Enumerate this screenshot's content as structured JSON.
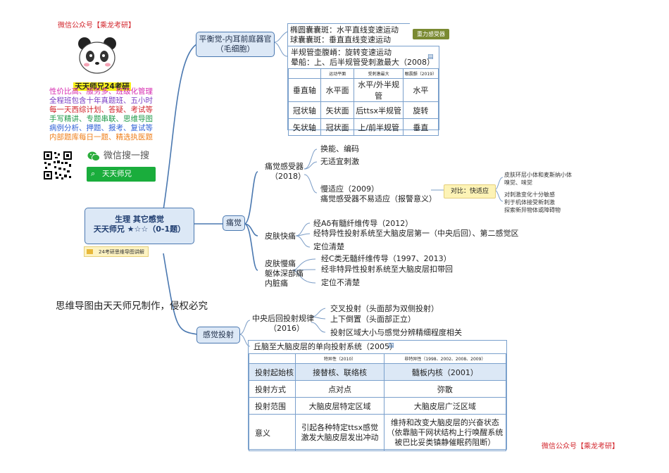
{
  "watermark": {
    "top": "微信公众号【乘龙考研】",
    "bottom": "微信公众号【乘龙考研】"
  },
  "promo": {
    "title": "天天师兄24考研",
    "lines": [
      {
        "text": "性价比高、服务多、班级化管理",
        "color": "#d62bb0"
      },
      {
        "text": "全程班包含十年真题班、五小时",
        "color": "#7b3fc4"
      },
      {
        "text": "每一天西综计划、答疑、考试等",
        "color": "#d2232a"
      },
      {
        "text": "手写精讲、专题串联、思维导图",
        "color": "#1f9a4a"
      },
      {
        "text": "病例分析、押题、报考、复试等",
        "color": "#2c5fd6"
      },
      {
        "text": "内部题库每日一题、精选执医题",
        "color": "#ef7f1a"
      }
    ],
    "wechat_search": "微信搜一搜",
    "search_value": "天天师兄"
  },
  "center": {
    "line1": "生理 其它感觉",
    "line2": "天天师兄 ★☆☆（0-1题）",
    "tag": "24考研思维导图讲解"
  },
  "copyright": "思维导图由天天师兄制作，侵权必究",
  "balance": {
    "node_line1": "平衡觉-内耳前庭器官",
    "node_line2": "（毛细胞）",
    "otolith1": "椭圆囊囊斑：水平直线变速运动",
    "otolith2": "球囊囊斑：垂直直线变速运动",
    "gravity_tag": "重力感受器",
    "canal1": "半规管壶腹嵴：旋转变速运动",
    "canal2": "晕船：上、后半规管受刺激最大（2008）",
    "table": {
      "headers": [
        "",
        "运动平面",
        "受刺激最大",
        "眼震颤（2019）"
      ],
      "rows": [
        [
          "垂直轴",
          "水平面",
          "水平/外半规管",
          "水平"
        ],
        [
          "冠状轴",
          "矢状面",
          "后ttsx半规管",
          "旋转"
        ],
        [
          "矢状轴",
          "冠状面",
          "上/前半规管",
          "垂直"
        ]
      ]
    }
  },
  "pain": {
    "node": "痛觉",
    "receptor_line1": "痛觉感受器",
    "receptor_line2": "（2018）",
    "r1": "换能、编码",
    "r2": "无适宜刺激",
    "r3": "慢适应（2009）",
    "r4": "痛觉感受器不易适应（报警意义）",
    "compare_tag": "对比：快适应",
    "compare": [
      "皮肤环层小体和麦斯纳小体",
      "嗅觉、味觉",
      "对刺激变化十分敏感",
      "利于机体接受新刺激",
      "探索新异物体或障碍物"
    ],
    "fast_label": "皮肤快痛",
    "fast": [
      "经Aδ有髓纤维传导（2012）",
      "经特异性投射系统至大脑皮层第一（中央后回）、第二感觉区",
      "定位清楚"
    ],
    "slow_labels": [
      "皮肤慢痛",
      "躯体深部痛",
      "内脏痛"
    ],
    "slow": [
      "经C类无髓纤维传导（1997、2013）",
      "经非特异性投射系统至大脑皮层扣带回",
      "定位不清楚"
    ]
  },
  "sensory": {
    "node": "感觉投射",
    "rule_line1": "中央后回投射规律",
    "rule_line2": "（2016）",
    "rules": [
      "交叉投射（头面部为双侧投射）",
      "上下倒置（头面部正立）",
      "投射区域大小与感觉分辨精细程度相关"
    ],
    "table_title": "丘脑至大脑皮层的单向投射系统（2005）",
    "table": {
      "headers": [
        "",
        "特异性（2010）",
        "非特异性（1998、2002、2008、2009）"
      ],
      "rows": [
        [
          "投射起始核",
          "接替核、联络核",
          "髓板内核（2001）"
        ],
        [
          "投射方式",
          "点对点",
          "弥散"
        ],
        [
          "投射范围",
          "大脑皮层特定区域",
          "大脑皮层广泛区域"
        ],
        [
          "意义",
          "引起各种特定ttsx感觉\n激发大脑皮层发出冲动",
          "维持和改变大脑皮层的兴奋状态\n（依靠脑干网状结构上行唤醒系统\n被巴比妥类镇静催眠药阻断）"
        ]
      ]
    }
  }
}
